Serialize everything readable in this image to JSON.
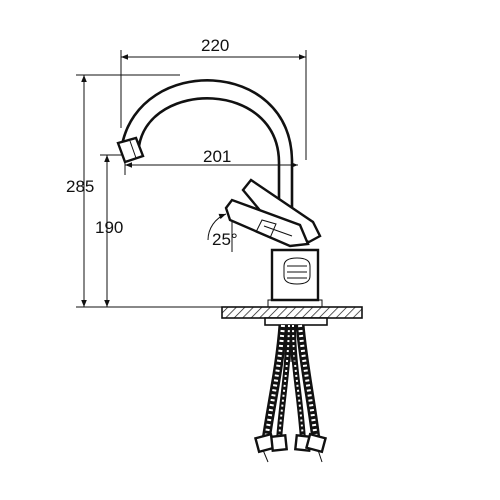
{
  "dimensions": {
    "overall_width": "220",
    "spout_reach": "201",
    "overall_height": "285",
    "spout_height": "190",
    "lever_angle": "25°"
  }
}
